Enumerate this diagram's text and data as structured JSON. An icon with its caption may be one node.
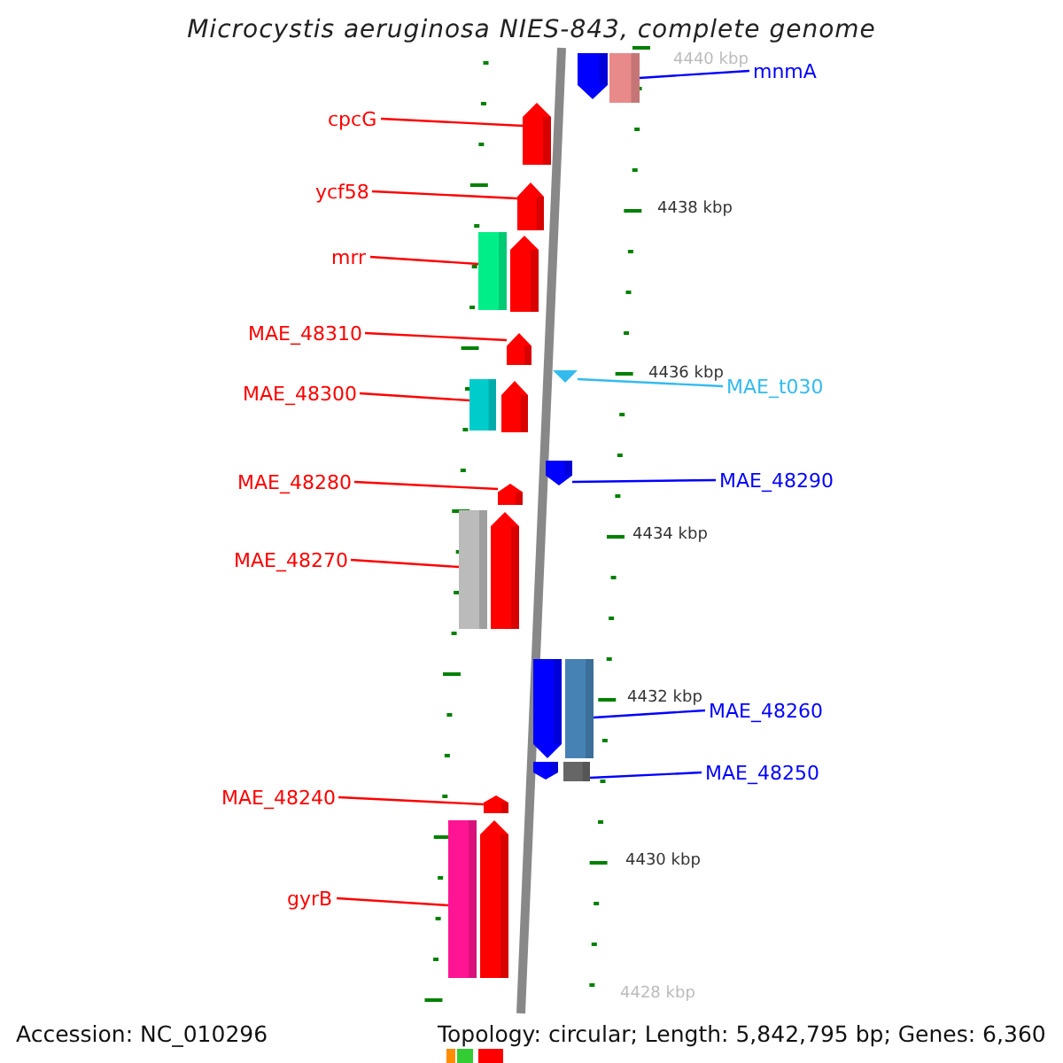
{
  "diagram": {
    "title": "Microcystis aeruginosa NIES-843, complete genome",
    "nodes": [
      {
        "text": [
          "mnmA"
        ]
      },
      {
        "text": [],
        "shape": "bar"
      },
      {
        "text": [
          "cpcG"
        ]
      },
      {
        "text": [],
        "shape": "bar"
      },
      {
        "text": [
          "ycf58"
        ]
      },
      {
        "text": [],
        "shape": "bar"
      },
      {
        "text": [
          "mrr"
        ]
      },
      {
        "text": [],
        "shape": "bar"
      },
      {
        "text": [
          "MAE_48310"
        ]
      },
      {
        "text": [],
        "shape": "bar"
      },
      {
        "text": [
          "MAE_48300"
        ]
      },
      {
        "text": [],
        "shape": "bar"
      },
      {
        "text": [
          "MAE_t030"
        ]
      },
      {
        "text": [],
        "shape": "triangle"
      },
      {
        "text": [
          "MAE_48290"
        ]
      },
      {
        "text": [],
        "shape": "bar"
      },
      {
        "text": [
          "MAE_48280"
        ]
      },
      {
        "text": [],
        "shape": "bar"
      },
      {
        "text": [
          "MAE_48270"
        ]
      },
      {
        "text": [],
        "shape": "bar"
      },
      {
        "text": [
          "MAE_48260"
        ]
      },
      {
        "text": [],
        "shape": "bar"
      },
      {
        "text": [
          "MAE_48250"
        ]
      },
      {
        "text": [],
        "shape": "bar"
      },
      {
        "text": [
          "MAE_48240"
        ]
      },
      {
        "text": [],
        "shape": "bar"
      },
      {
        "text": [
          "gyrB"
        ]
      },
      {
        "text": [],
        "shape": "bar"
      }
    ],
    "edges": [
      {
        "from": 0,
        "to": 1,
        "arrow": "none",
        "color": "#0000ff"
      },
      {
        "from": 2,
        "to": 3,
        "arrow": "none"
      },
      {
        "from": 4,
        "to": 5,
        "arrow": "none"
      },
      {
        "from": 6,
        "to": 7,
        "arrow": "none"
      },
      {
        "from": 8,
        "to": 9,
        "arrow": "none"
      },
      {
        "from": 10,
        "to": 11,
        "arrow": "none"
      },
      {
        "from": 12,
        "to": 13,
        "arrow": "none",
        "color": "#33bbee"
      },
      {
        "from": 14,
        "to": 15,
        "arrow": "none",
        "color": "#0000ff"
      },
      {
        "from": 16,
        "to": 17,
        "arrow": "none"
      },
      {
        "from": 18,
        "to": 19,
        "arrow": "none"
      },
      {
        "from": 20,
        "to": 21,
        "arrow": "none",
        "color": "#0000ff"
      },
      {
        "from": 22,
        "to": 23,
        "arrow": "none",
        "color": "#0000ff"
      },
      {
        "from": 24,
        "to": 25,
        "arrow": "none"
      },
      {
        "from": 26,
        "to": 27,
        "arrow": "none"
      }
    ],
    "labels": [
      "4440 kbp",
      "4438 kbp",
      "4436 kbp",
      "4434 kbp",
      "4432 kbp",
      "4430 kbp",
      "4428 kbp",
      "Accession: NC_010296",
      "Topology: circular; Length: 5,842,795 bp; Genes: 6,360"
    ]
  }
}
